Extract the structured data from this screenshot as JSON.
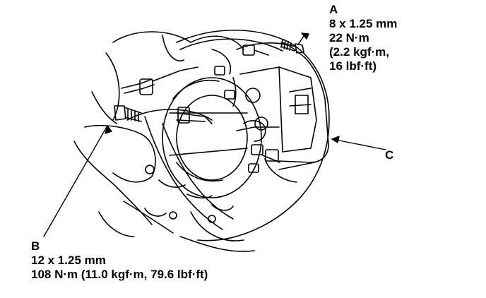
{
  "callouts": {
    "a": {
      "letter": "A",
      "lines": [
        "8 x 1.25 mm",
        "22 N·m",
        "(2.2 kgf·m,",
        "16 lbf·ft)"
      ]
    },
    "b": {
      "letter": "B",
      "lines": [
        "12 x 1.25 mm",
        "108 N·m (11.0 kgf·m, 79.6 lbf·ft)"
      ]
    },
    "c": {
      "letter": "C"
    }
  },
  "colors": {
    "ink": "#000000",
    "paper": "#ffffff"
  },
  "icons": {
    "a": "caliper-bolt-icon",
    "b": "bracket-bolt-icon",
    "c": "brake-caliper-icon"
  }
}
